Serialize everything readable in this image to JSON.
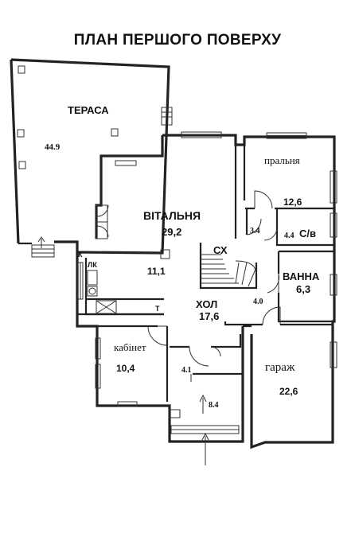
{
  "title": "ПЛАН ПЕРШОГО ПОВЕРХУ",
  "rooms": {
    "terrace": {
      "name": "ТЕРАСА",
      "area": "44.9"
    },
    "living": {
      "name": "ВІТАЛЬНЯ",
      "area": "29,2",
      "extra": "11,1"
    },
    "laundry": {
      "name": "пральня",
      "area": "12,6"
    },
    "wc": {
      "name": "С/в",
      "area": "4.4"
    },
    "bath": {
      "name": "ВАННА",
      "area": "6,3"
    },
    "hall": {
      "name": "ХОЛ",
      "area": "17,6"
    },
    "office": {
      "name": "кабінет",
      "area": "10,4"
    },
    "garage": {
      "name": "гараж",
      "area": "22,6"
    }
  },
  "marks": {
    "stairs": "СХ",
    "corridor": "3.4",
    "hall_small": "4.0",
    "vestibule": "4.1",
    "entry": "8.4",
    "k": "К",
    "lk": "ЛК",
    "t": "Т"
  }
}
